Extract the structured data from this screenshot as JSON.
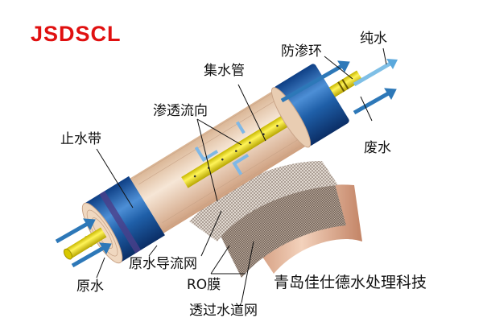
{
  "logo": "JSDSCL",
  "company": "青岛佳仕德水处理科技",
  "labels": {
    "anti_seep_ring": "防渗环",
    "pure_water": "纯水",
    "collection_tube": "集水管",
    "permeate_flow": "渗透流向",
    "water_seal": "止水带",
    "waste_water": "废水",
    "feed_spacer": "原水导流网",
    "ro_membrane": "RO膜",
    "raw_water": "原水",
    "permeate_spacer": "透过水道网"
  },
  "colors": {
    "logo": "#e01010",
    "cap_blue": "#1f5fa8",
    "tube_yellow": "#f2e600",
    "membrane_tan": "#e8c7a8",
    "arrow_blue": "#2d78b8"
  }
}
